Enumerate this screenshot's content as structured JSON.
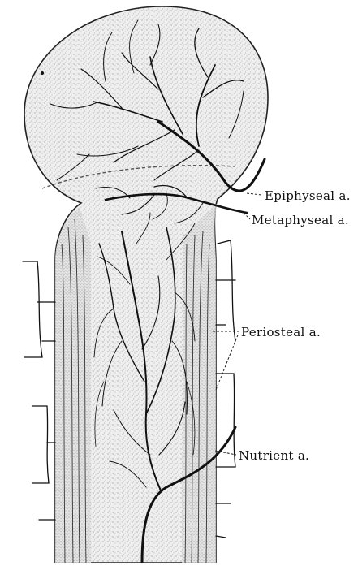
{
  "labels": {
    "epiphyseal": "Epiphyseal a.",
    "metaphyseal": "Metaphyseal a.",
    "periosteal": "Periosteal a.",
    "nutrient": "Nutrient a."
  },
  "colors": {
    "ink": "#111111",
    "bone_fill": "#ececec",
    "stipple": "#9a9a9a"
  }
}
